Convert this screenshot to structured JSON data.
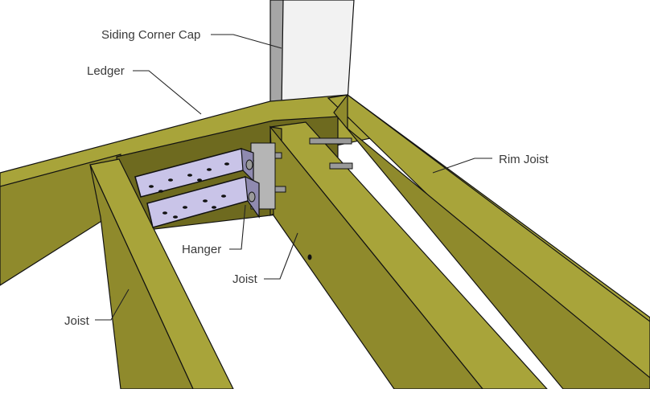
{
  "labels": {
    "siding_corner_cap": "Siding Corner Cap",
    "ledger": "Ledger",
    "rim_joist": "Rim Joist",
    "hanger": "Hanger",
    "joist_center": "Joist",
    "joist_left": "Joist"
  },
  "colors": {
    "wood_top": "#a8a43a",
    "wood_side": "#8f8a2c",
    "wood_dark": "#5e5a17",
    "wood_shadow": "#6e6a1f",
    "siding": "#f2f2f2",
    "metal": "#c9c4e8",
    "metal_dark": "#8f8ab0",
    "bolt": "#9a9a9a",
    "line": "#111111",
    "leader": "#222222",
    "text": "#3a3a3a"
  }
}
